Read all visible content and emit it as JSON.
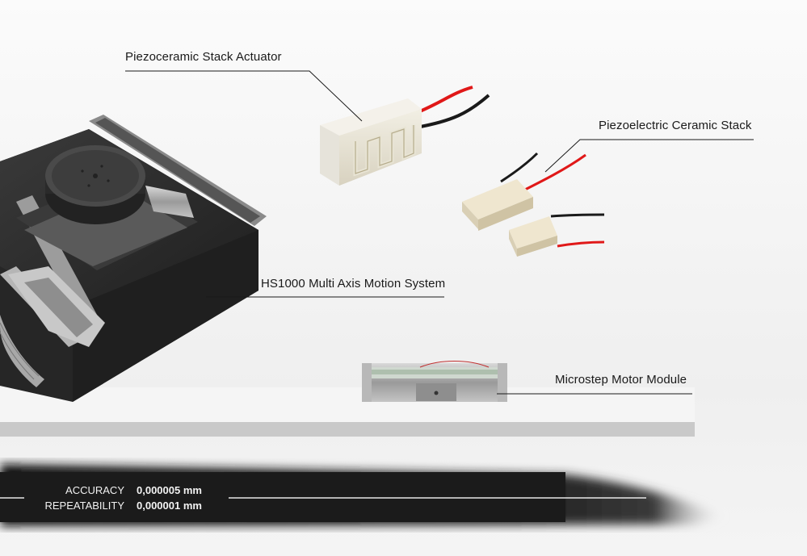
{
  "callouts": {
    "stack_actuator": "Piezoceramic Stack Actuator",
    "ceramic_stack": "Piezoelectric Ceramic Stack",
    "motion_system": "HS1000 Multi Axis Motion System",
    "motor_module": "Microstep Motor Module"
  },
  "specs": [
    {
      "name": "ACCURACY",
      "value": "0,000005 mm"
    },
    {
      "name": "REPEATABILITY",
      "value": "0,000001 mm"
    }
  ],
  "colors": {
    "background": "#f6f6f6",
    "platform_shadow": "#1c1c1c",
    "wire_red": "#e01818",
    "wire_black": "#1a1a1a"
  }
}
